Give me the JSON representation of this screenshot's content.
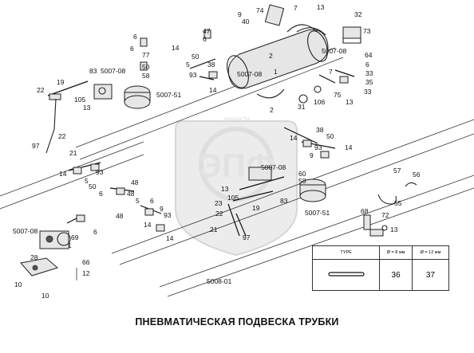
{
  "caption": "ПНЕВМАТИЧЕСКАЯ ПОДВЕСКА ТРУБКИ",
  "watermark": {
    "logo_text": "ЭПФ",
    "ring_text": "запчасти"
  },
  "drawing_ref": "5008-01",
  "table": {
    "header": [
      "TYPE",
      "Ø = 8 мм",
      "Ø = 12 мм"
    ],
    "row": [
      "",
      "36",
      "37"
    ]
  },
  "callouts": {
    "c74": "74",
    "c7a": "7",
    "c13a": "13",
    "c32": "32",
    "c73": "73",
    "c9a": "9",
    "c40": "40",
    "c6a": "6",
    "c47": "47",
    "c6b": "6",
    "c6c": "6",
    "c77": "77",
    "c14a": "14",
    "c50a": "50",
    "c38a": "38",
    "c5a": "5",
    "c50b": "50",
    "c58a": "58",
    "c93a": "93",
    "c83a": "83",
    "c5007a": "5007-08",
    "c19a": "19",
    "c22a": "22",
    "c105a": "105",
    "c13b": "13",
    "c5007b": "5007-51",
    "c14b": "14",
    "c5007c": "5007-08",
    "c1": "1",
    "c2a": "2",
    "c2b": "2",
    "c5007d": "5007-08",
    "c64": "64",
    "c6d": "6",
    "c7b": "7",
    "c33a": "33",
    "c35": "35",
    "c33b": "33",
    "c31": "31",
    "c106": "106",
    "c75": "75",
    "c13c": "13",
    "c22b": "22",
    "c97a": "97",
    "c21a": "21",
    "c38b": "38",
    "c50c": "50",
    "c14c": "14",
    "c93b": "93",
    "c9b": "9",
    "c14d": "14",
    "c14e": "14",
    "c93c": "93",
    "c5b": "5",
    "c50d": "50",
    "c48a": "48",
    "c6e": "6",
    "c48b": "48",
    "c5c": "5",
    "c6f": "6",
    "c9c": "9",
    "c93d": "93",
    "c48c": "48",
    "c14f": "14",
    "c14g": "14",
    "c5007e": "5007-08",
    "c6g": "6",
    "c69": "69",
    "c1b": "1",
    "c5007f": "5007-08",
    "c13d": "13",
    "c105b": "105",
    "c83b": "83",
    "c60": "60",
    "c58b": "58",
    "c23": "23",
    "c22c": "22",
    "c19b": "19",
    "c21b": "21",
    "c97b": "97",
    "c5007g": "5007-51",
    "c57": "57",
    "c56": "56",
    "c55": "55",
    "c68": "68",
    "c72": "72",
    "c13e": "13",
    "c28": "28",
    "c66": "66",
    "c12": "12",
    "c10a": "10",
    "c10b": "10"
  }
}
